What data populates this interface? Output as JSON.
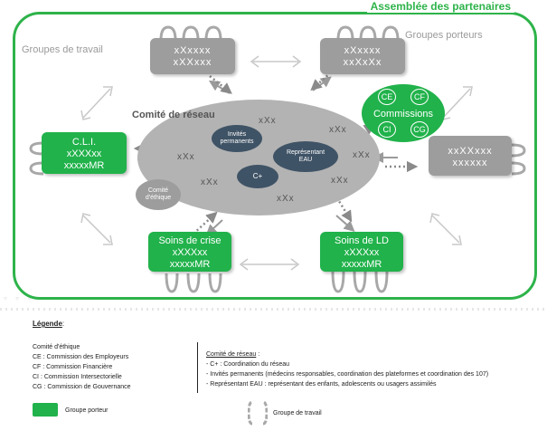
{
  "diagram": {
    "title": "Assemblée des partenaires",
    "groupes_travail_label": "Groupes de travail",
    "groupes_porteurs_label": "Groupes porteurs",
    "comite_reseau_label": "Comité de réseau",
    "top_left_box": [
      "xXxxxx",
      "xXXxxx"
    ],
    "top_right_box": [
      "xXxxxx",
      "xxXxXx"
    ],
    "right_box": [
      "xxXXxxx",
      "xxxxxx"
    ],
    "cli_box": [
      "C.L.I.",
      "xXXXxx",
      "xxxxxMR"
    ],
    "soins_crise_box": [
      "Soins de crise",
      "xXXXxx",
      "xxxxxMR"
    ],
    "soins_ld_box": [
      "Soins de LD",
      "xXXXxx",
      "xxxxxMR"
    ],
    "center_xx": [
      "xXx",
      "xXx",
      "xXx",
      "xXx",
      "xXx",
      "xXx",
      "xXx"
    ],
    "invites_label": "Invités permanents",
    "eau_label": "Représentant EAU",
    "cplus_label": "C+",
    "ethique_label": "Comité d'éthique",
    "commissions": {
      "label": "Commissions",
      "items": [
        "CE",
        "CF",
        "CI",
        "CG"
      ]
    }
  },
  "legend": {
    "title": "Légende",
    "title_suffix": " :",
    "left_items": [
      "Comité d'éthique",
      "CE : Commission des Employeurs",
      "CF : Commission Financière",
      "CI : Commission Intersectorielle",
      "CG : Commission de Gouvernance"
    ],
    "right_title": "Comité de réseau",
    "right_title_suffix": " :",
    "right_items": [
      "- C+ : Coordination du réseau",
      "- Invités permanents (médecins responsables, coordination des plateformes et coordination des 107)",
      "- Représentant EAU : représentant des enfants, adolescents ou usagers assimilés"
    ],
    "groupe_porteur": "Groupe porteur",
    "groupe_travail": "Groupe de travail"
  },
  "colors": {
    "green": "#21b24b",
    "frame_green": "#2eb34a",
    "gray_box": "#9d9d9d",
    "dark_ellipse": "#3f5366"
  }
}
